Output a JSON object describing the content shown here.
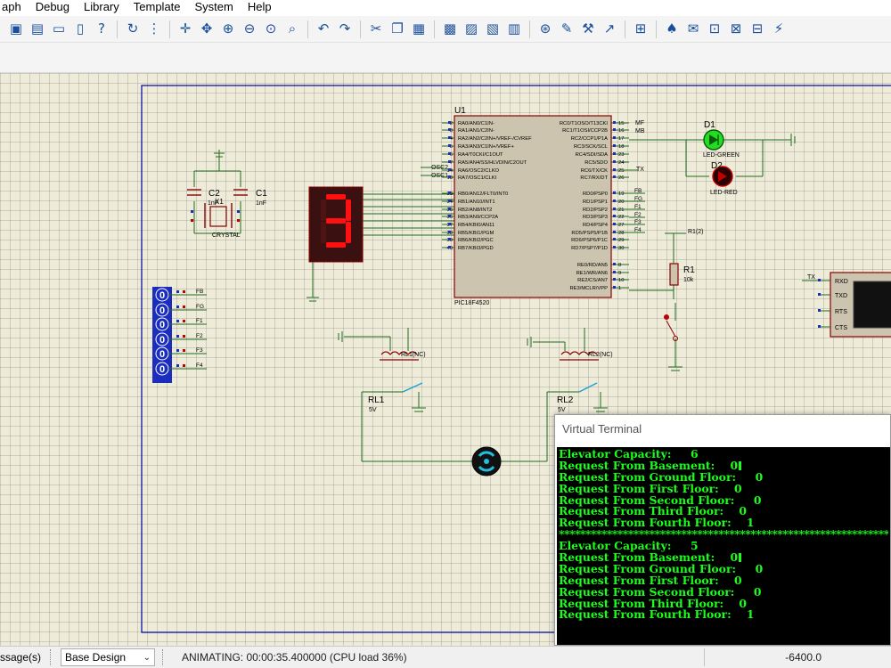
{
  "menu": {
    "items": [
      "aph",
      "Debug",
      "Library",
      "Template",
      "System",
      "Help"
    ]
  },
  "toolbar": {
    "buttons": [
      {
        "icon": "schematic-icon",
        "glyph": "▣"
      },
      {
        "icon": "pcb-icon",
        "glyph": "▤"
      },
      {
        "icon": "bom-icon",
        "glyph": "▭"
      },
      {
        "icon": "report-icon",
        "glyph": "▯"
      },
      {
        "icon": "help-icon",
        "glyph": "?"
      },
      {
        "icon": "refresh-icon",
        "glyph": "↻"
      },
      {
        "icon": "grid-icon",
        "glyph": "⋮"
      },
      {
        "icon": "origin-icon",
        "glyph": "✛"
      },
      {
        "icon": "pan-icon",
        "glyph": "✥"
      },
      {
        "icon": "zoom-in-icon",
        "glyph": "⊕"
      },
      {
        "icon": "zoom-out-icon",
        "glyph": "⊖"
      },
      {
        "icon": "zoom-all-icon",
        "glyph": "⊙"
      },
      {
        "icon": "zoom-area-icon",
        "glyph": "⌕"
      },
      {
        "icon": "undo-icon",
        "glyph": "↶"
      },
      {
        "icon": "redo-icon",
        "glyph": "↷"
      },
      {
        "icon": "cut-icon",
        "glyph": "✂"
      },
      {
        "icon": "copy-icon",
        "glyph": "❐"
      },
      {
        "icon": "paste-icon",
        "glyph": "▦"
      },
      {
        "icon": "block-copy-icon",
        "glyph": "▩"
      },
      {
        "icon": "block-move-icon",
        "glyph": "▨"
      },
      {
        "icon": "block-rotate-icon",
        "glyph": "▧"
      },
      {
        "icon": "block-delete-icon",
        "glyph": "▥"
      },
      {
        "icon": "pick-device-icon",
        "glyph": "⊛"
      },
      {
        "icon": "make-device-icon",
        "glyph": "✎"
      },
      {
        "icon": "decompose-icon",
        "glyph": "⚒"
      },
      {
        "icon": "wire-autorouter-icon",
        "glyph": "↗"
      },
      {
        "icon": "design-explorer-icon",
        "glyph": "⊞"
      },
      {
        "icon": "search-icon",
        "glyph": "♠"
      },
      {
        "icon": "property-assign-icon",
        "glyph": "✉"
      },
      {
        "icon": "new-sheet-icon",
        "glyph": "⊡"
      },
      {
        "icon": "remove-sheet-icon",
        "glyph": "⊠"
      },
      {
        "icon": "netlist-icon",
        "glyph": "⊟"
      },
      {
        "icon": "electrical-check-icon",
        "glyph": "⚡"
      }
    ]
  },
  "schematic": {
    "u1_ref": "U1",
    "u1_part": "PIC18F4520",
    "u1_left_pins": [
      {
        "num": "2",
        "name": "RA0/AN0/C1IN-"
      },
      {
        "num": "3",
        "name": "RA1/AN1/C2IN-"
      },
      {
        "num": "4",
        "name": "RA2/AN2/C2IN+/VREF-/CVREF"
      },
      {
        "num": "5",
        "name": "RA3/AN3/C1IN+/VREF+"
      },
      {
        "num": "6",
        "name": "RA4/T0CKI/C1OUT"
      },
      {
        "num": "7",
        "name": "RA5/AN4/SS/HLVDIN/C2OUT"
      },
      {
        "num": "14",
        "name": "RA6/OSC2/CLKO"
      },
      {
        "num": "13",
        "name": "RA7/OSC1/CLKI"
      },
      {
        "num": "33",
        "name": "RB0/AN12/FLT0/INT0"
      },
      {
        "num": "34",
        "name": "RB1/AN10/INT1"
      },
      {
        "num": "35",
        "name": "RB2/AN8/INT2"
      },
      {
        "num": "36",
        "name": "RB3/AN9/CCP2A"
      },
      {
        "num": "37",
        "name": "RB4/KBI0/AN11"
      },
      {
        "num": "38",
        "name": "RB5/KBI1/PGM"
      },
      {
        "num": "39",
        "name": "RB6/KBI2/PGC"
      },
      {
        "num": "40",
        "name": "RB7/KBI3/PGD"
      }
    ],
    "u1_right_pins": [
      {
        "num": "15",
        "name": "RC0/T1OSO/T13CKI"
      },
      {
        "num": "16",
        "name": "RC1/T1OSI/CCP2B"
      },
      {
        "num": "17",
        "name": "RC2/CCP1/P1A"
      },
      {
        "num": "18",
        "name": "RC3/SCK/SCL"
      },
      {
        "num": "23",
        "name": "RC4/SDI/SDA"
      },
      {
        "num": "24",
        "name": "RC5/SDO"
      },
      {
        "num": "25",
        "name": "RC6/TX/CK"
      },
      {
        "num": "26",
        "name": "RC7/RX/DT"
      },
      {
        "num": "19",
        "name": "RD0/PSP0"
      },
      {
        "num": "20",
        "name": "RD1/PSP1"
      },
      {
        "num": "21",
        "name": "RD2/PSP2"
      },
      {
        "num": "22",
        "name": "RD3/PSP3"
      },
      {
        "num": "27",
        "name": "RD4/PSP4"
      },
      {
        "num": "28",
        "name": "RD5/PSP5/P1B"
      },
      {
        "num": "29",
        "name": "RD6/PSP6/P1C"
      },
      {
        "num": "30",
        "name": "RD7/PSP7/P1D"
      },
      {
        "num": "8",
        "name": "RE0/RD/AN5"
      },
      {
        "num": "9",
        "name": "RE1/WR/AN6"
      },
      {
        "num": "10",
        "name": "RE2/CS/AN7"
      },
      {
        "num": "1",
        "name": "RE3/MCLR/VPP"
      }
    ],
    "osc1_net": "OSC1",
    "osc2_net": "OSC2",
    "tx_net": "TX",
    "c2_ref": "C2",
    "c2_value": "1nF",
    "c1_ref": "C1",
    "c1_value": "1nF",
    "x1_ref": "X1",
    "x1_value": "CRYSTAL",
    "seven_seg_digit": "3",
    "d1_ref": "D1",
    "d1_value": "LED-GREEN",
    "d2_ref": "D2",
    "d2_value": "LED-RED",
    "r1_ref": "R1",
    "r1_value": "10k",
    "r1_probe": "R1(2)",
    "rl1_ref": "RL1",
    "rl1_value": "5V",
    "rl1_probe": "RL1(NC)",
    "rl2_ref": "RL2",
    "rl2_value": "5V",
    "rl2_probe": "RL2(NC)",
    "mf_label": "MF",
    "mb_label": "MB",
    "floor_nets": [
      "FB",
      "FG",
      "F1",
      "F2",
      "F3",
      "F4"
    ],
    "rd_nets": [
      "FB",
      "FG",
      "F1",
      "F2",
      "F3",
      "F4"
    ],
    "logic_states": [
      "0",
      "0",
      "0",
      "0",
      "0",
      "0"
    ],
    "vt_pins": [
      "RXD",
      "TXD",
      "RTS",
      "CTS"
    ],
    "colors": {
      "wire": "#1e6e1e",
      "outline": "#0000a0",
      "component": "#8b0000",
      "chip_fill": "#ccc4ae",
      "segment_on": "#ff1010",
      "logic_blue": "#1a2dbf",
      "led_green": "#22dd22",
      "led_red": "#c00000"
    }
  },
  "terminal": {
    "title": "Virtual Terminal",
    "blocks": [
      {
        "capacity_label": "Elevator Capacity:",
        "capacity_value": "6",
        "requests": [
          {
            "label": "Request From Basement:",
            "value": "0",
            "cursor": true
          },
          {
            "label": "Request From Ground Floor:",
            "value": "0"
          },
          {
            "label": "Request From First Floor:",
            "value": "0"
          },
          {
            "label": "Request From Second Floor:",
            "value": "0"
          },
          {
            "label": "Request From Third Floor:",
            "value": "0"
          },
          {
            "label": "Request From Fourth Floor:",
            "value": "1"
          }
        ]
      },
      {
        "capacity_label": "Elevator Capacity:",
        "capacity_value": "5",
        "requests": [
          {
            "label": "Request From Basement:",
            "value": "0",
            "cursor": true
          },
          {
            "label": "Request From Ground Floor:",
            "value": "0"
          },
          {
            "label": "Request From First Floor:",
            "value": "0"
          },
          {
            "label": "Request From Second Floor:",
            "value": "0"
          },
          {
            "label": "Request From Third Floor:",
            "value": "0"
          },
          {
            "label": "Request From Fourth Floor:",
            "value": "1"
          }
        ]
      }
    ],
    "separator": "****************************************************************"
  },
  "status": {
    "message": "ssage(s)",
    "layer": "Base Design",
    "animation": "ANIMATING: 00:00:35.400000 (CPU load 36%)",
    "coordinate": "-6400.0"
  }
}
